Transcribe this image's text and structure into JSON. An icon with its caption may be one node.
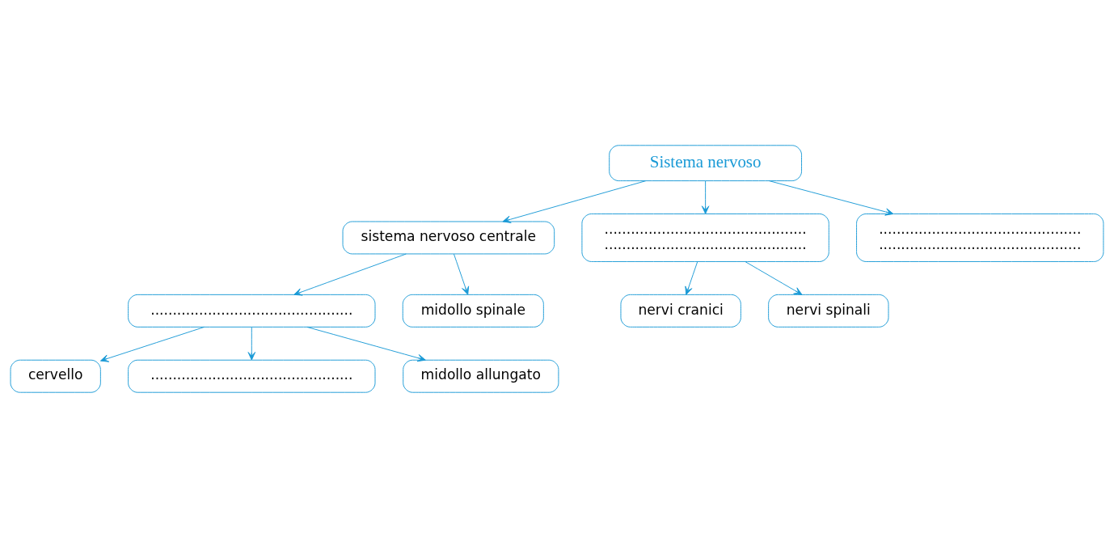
{
  "diagram": {
    "nodes": [
      {
        "text": [
          "Sistema nervoso"
        ]
      },
      {
        "text": [
          "sistema nervoso centrale"
        ]
      },
      {
        "text": [
          "..............................................",
          ".............................................."
        ]
      },
      {
        "text": [
          "..............................................",
          ".............................................."
        ]
      },
      {
        "text": [
          ".............................................."
        ]
      },
      {
        "text": [
          "midollo spinale"
        ]
      },
      {
        "text": [
          "nervi cranici"
        ]
      },
      {
        "text": [
          "nervi spinali"
        ]
      },
      {
        "text": [
          "cervello"
        ]
      },
      {
        "text": [
          ".............................................."
        ]
      },
      {
        "text": [
          "midollo allungato"
        ]
      }
    ],
    "edges": [
      {
        "from": 0,
        "to": 1,
        "arrow": "to"
      },
      {
        "from": 0,
        "to": 2,
        "arrow": "to"
      },
      {
        "from": 0,
        "to": 3,
        "arrow": "to"
      },
      {
        "from": 1,
        "to": 4,
        "arrow": "to"
      },
      {
        "from": 1,
        "to": 5,
        "arrow": "to"
      },
      {
        "from": 2,
        "to": 6,
        "arrow": "to"
      },
      {
        "from": 2,
        "to": 7,
        "arrow": "to"
      },
      {
        "from": 4,
        "to": 8,
        "arrow": "to"
      },
      {
        "from": 4,
        "to": 9,
        "arrow": "to"
      },
      {
        "from": 4,
        "to": 10,
        "arrow": "to"
      }
    ]
  }
}
